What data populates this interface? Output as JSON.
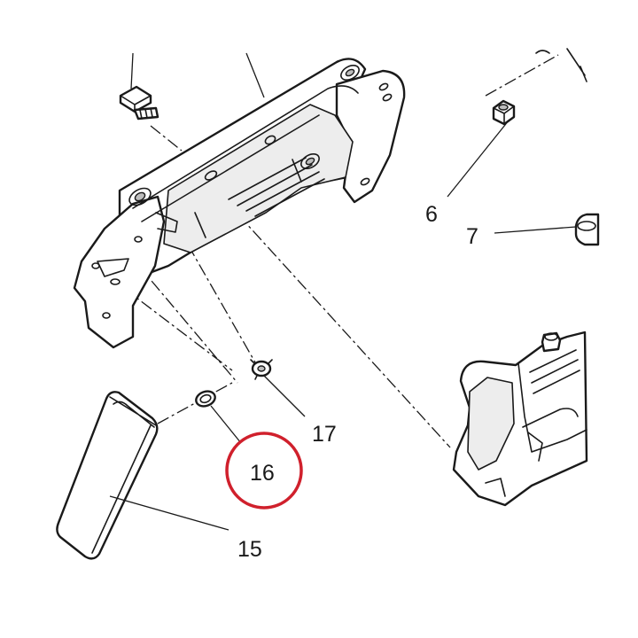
{
  "callouts": {
    "c6": "6",
    "c7": "7",
    "c15": "15",
    "c16": "16",
    "c17": "17"
  },
  "highlight": {
    "part": "16",
    "color": "#d0202c"
  }
}
